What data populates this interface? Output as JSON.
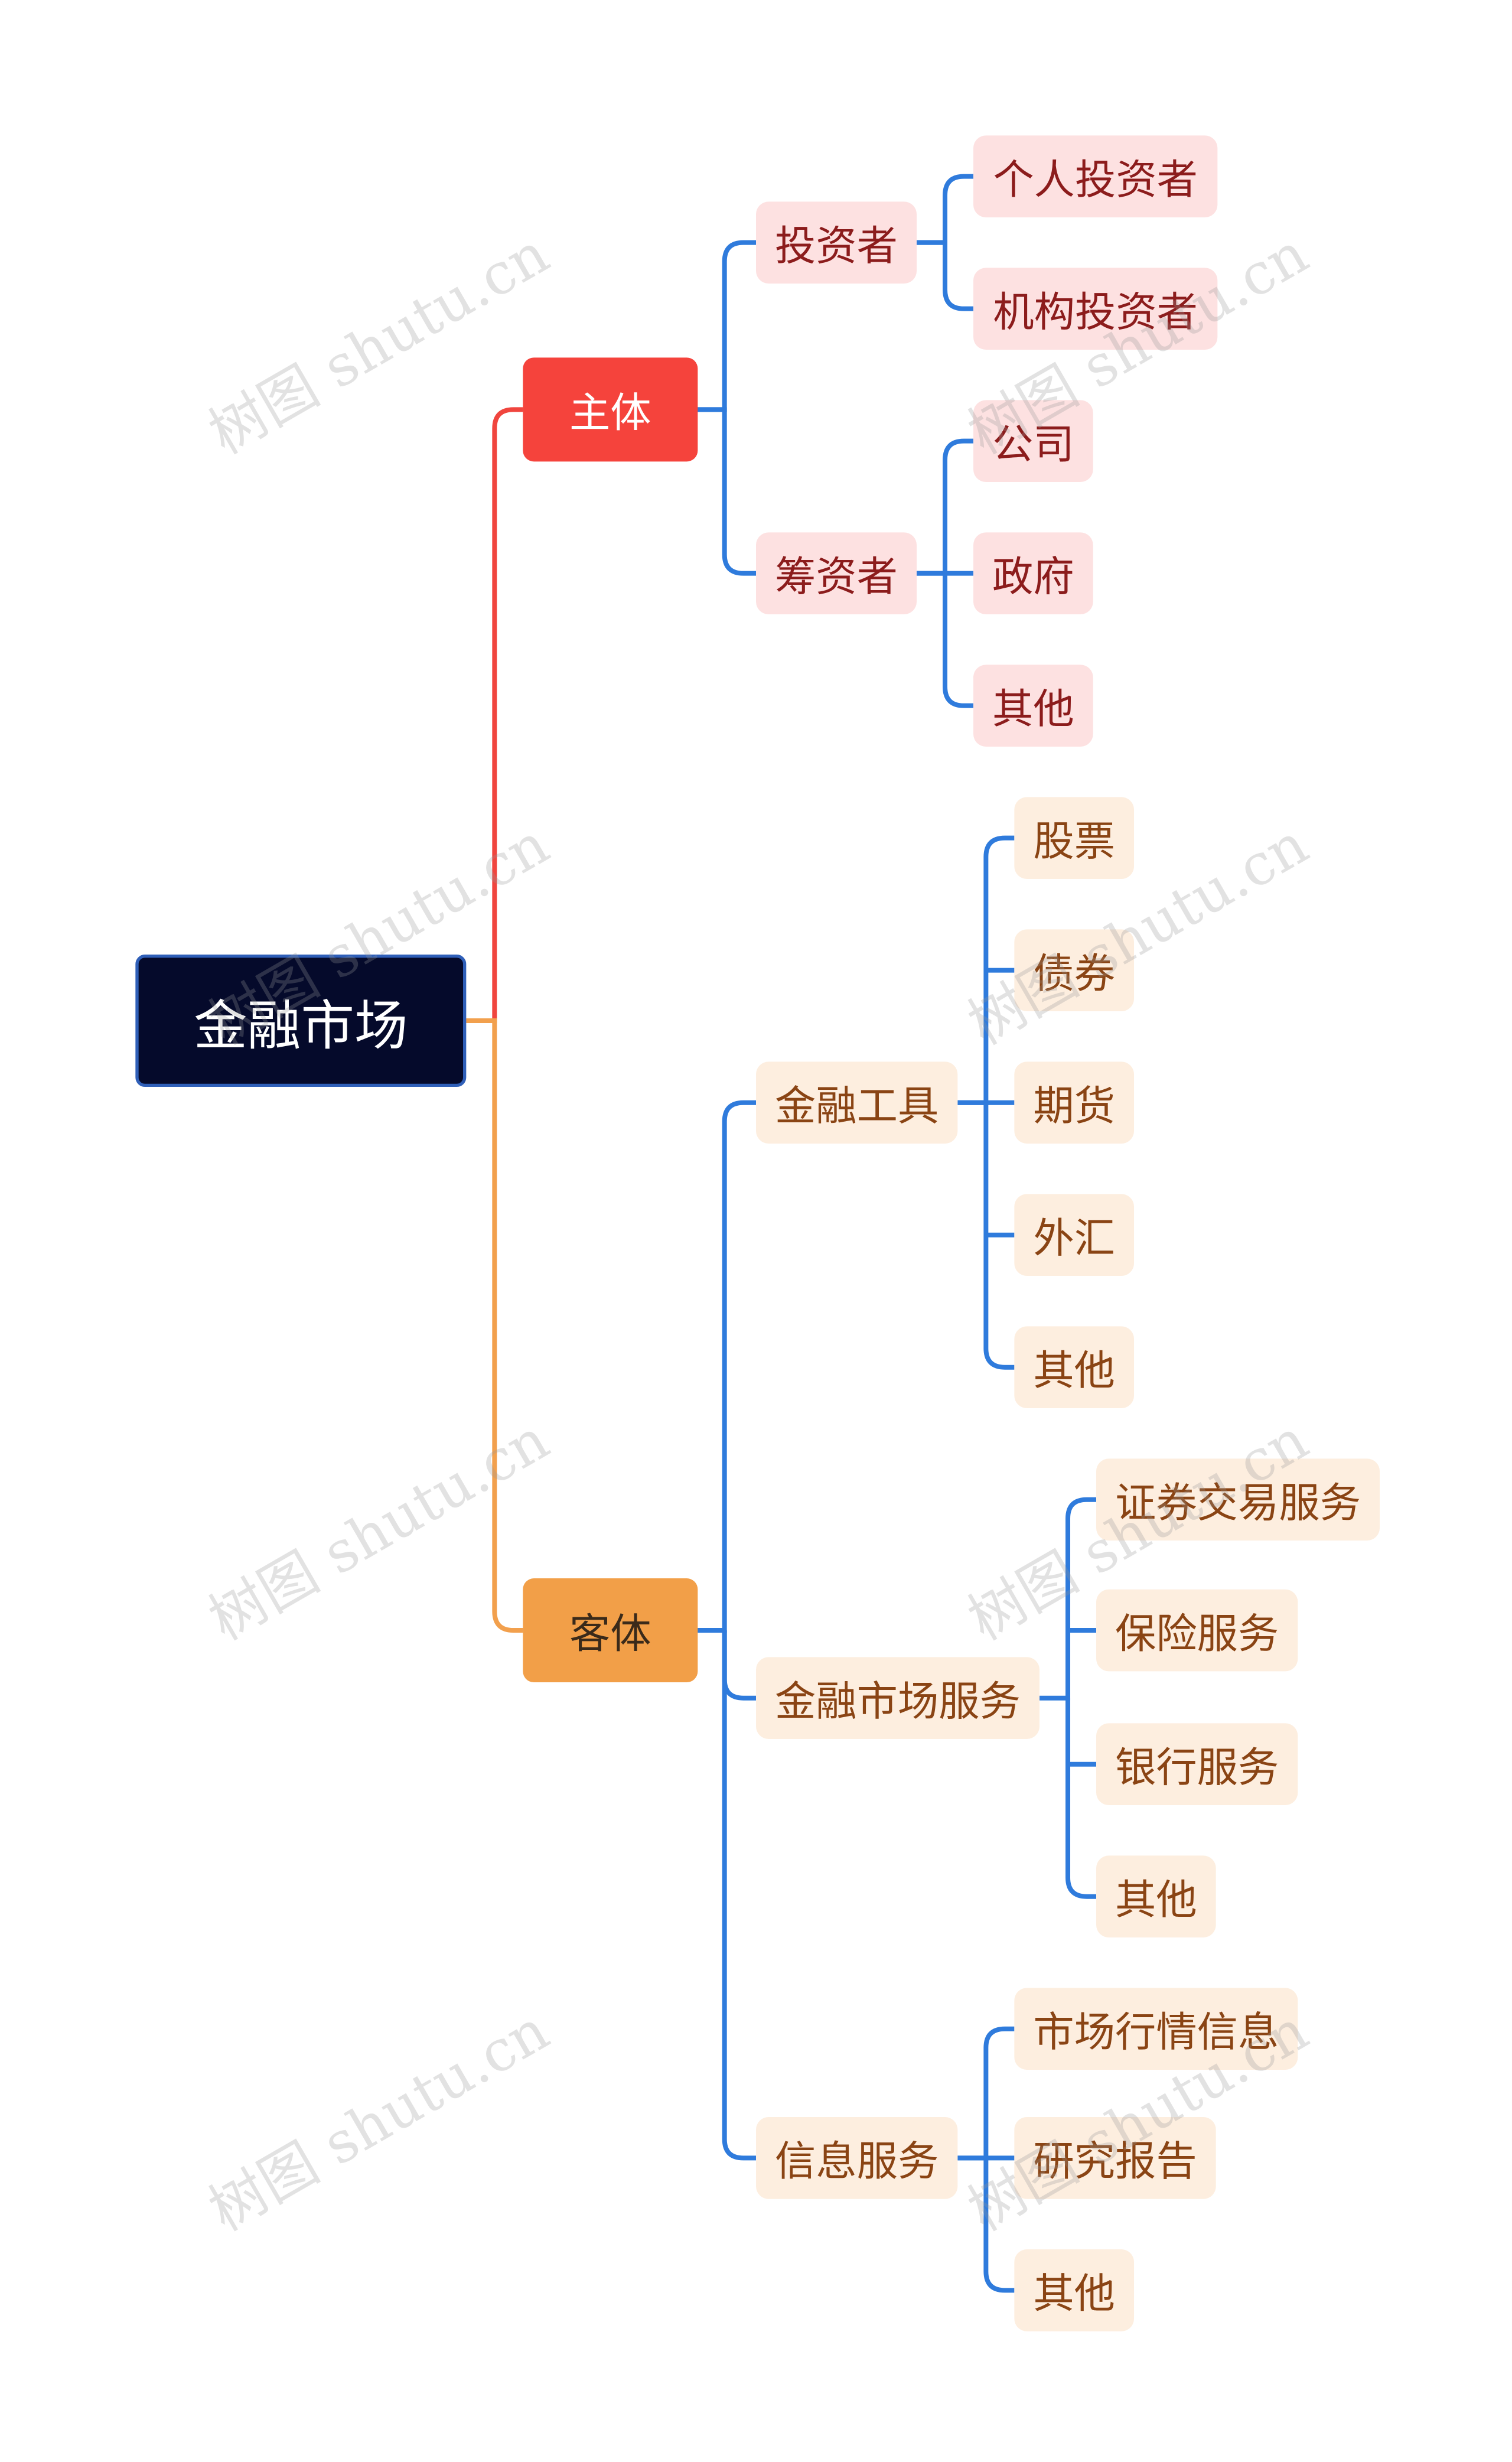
{
  "root": "金融市场",
  "branches": {
    "subject": {
      "label": "主体",
      "investor": {
        "label": "投资者",
        "children": [
          "个人投资者",
          "机构投资者"
        ]
      },
      "fundraiser": {
        "label": "筹资者",
        "children": [
          "公司",
          "政府",
          "其他"
        ]
      }
    },
    "object": {
      "label": "客体",
      "instruments": {
        "label": "金融工具",
        "children": [
          "股票",
          "债券",
          "期货",
          "外汇",
          "其他"
        ]
      },
      "services": {
        "label": "金融市场服务",
        "children": [
          "证券交易服务",
          "保险服务",
          "银行服务",
          "其他"
        ]
      },
      "info": {
        "label": "信息服务",
        "children": [
          "市场行情信息",
          "研究报告",
          "其他"
        ]
      }
    }
  },
  "watermark": "树图 shutu.cn",
  "colors": {
    "root_bg": "#050a2b",
    "subject": "#f5433c",
    "object": "#f29f48",
    "link_blue": "#2f7bdc",
    "pink_bg": "#fde1e1",
    "peach_bg": "#fdeedf"
  }
}
